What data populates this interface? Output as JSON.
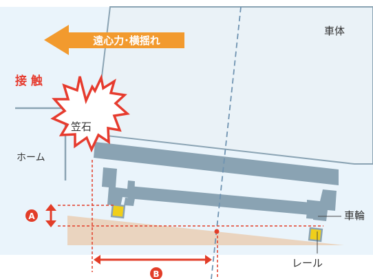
{
  "arrow_label": "遠心力･横揺れ",
  "contact_label": "接 触",
  "labels": {
    "body": "車体",
    "curb": "笠石",
    "platform": "ホーム",
    "wheel": "車輪",
    "rail": "レール"
  },
  "markers": {
    "a": "A",
    "b": "B"
  },
  "colors": {
    "background": "#eaf4fb",
    "car": "#8aa3b3",
    "car_fill": "#eaf2f7",
    "arrow": "#f29a2e",
    "burst": "#e63b2e",
    "measure": "#e23d28",
    "ground": "#ead4bf",
    "wheel": "#f0cf1a"
  }
}
